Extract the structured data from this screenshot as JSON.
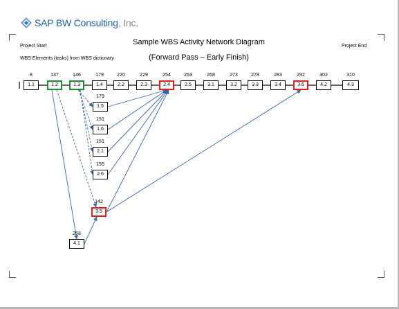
{
  "logo": {
    "brand": "SAP BW Consulting",
    "suffix": ", Inc."
  },
  "title": "Sample WBS Activity Network Diagram",
  "subtitle": "(Forward Pass – Early Finish)",
  "project_start": "Project Start",
  "project_end": "Project End",
  "wbs_note": "WBS Elements (tasks) from WBS dictionary",
  "colors": {
    "critical": "#e0201a",
    "start": "#1e8c32",
    "arrow": "#3a66a8"
  },
  "main_chain": [
    {
      "id": "1.1",
      "early_finish": "8"
    },
    {
      "id": "1.2",
      "early_finish": "137",
      "highlight": "green"
    },
    {
      "id": "1.3",
      "early_finish": "146",
      "highlight": "green"
    },
    {
      "id": "1.4",
      "early_finish": "179"
    },
    {
      "id": "2.2",
      "early_finish": "220"
    },
    {
      "id": "2.3",
      "early_finish": "229"
    },
    {
      "id": "2.4",
      "early_finish": "254",
      "highlight": "red"
    },
    {
      "id": "2.5",
      "early_finish": "263"
    },
    {
      "id": "3.1",
      "early_finish": "268"
    },
    {
      "id": "3.2",
      "early_finish": "273"
    },
    {
      "id": "3.3",
      "early_finish": "278"
    },
    {
      "id": "3.4",
      "early_finish": "283"
    },
    {
      "id": "3.6",
      "early_finish": "292",
      "highlight": "red"
    },
    {
      "id": "4.2",
      "early_finish": "302"
    },
    {
      "id": "4.3",
      "early_finish": "310"
    }
  ],
  "branch_tasks": [
    {
      "id": "1.5",
      "early_finish": "179"
    },
    {
      "id": "1.6",
      "early_finish": "151"
    },
    {
      "id": "2.1",
      "early_finish": "151"
    },
    {
      "id": "2.6",
      "early_finish": "155"
    },
    {
      "id": "3.5",
      "early_finish": "142",
      "highlight": "red"
    },
    {
      "id": "4.1",
      "early_finish": "258"
    }
  ],
  "dependencies": [
    {
      "from": "1.2",
      "to": "4.1",
      "style": "solid"
    },
    {
      "from": "1.2",
      "to": "3.5",
      "style": "dashed"
    },
    {
      "from": "1.3",
      "to": "1.5",
      "style": "dashed"
    },
    {
      "from": "1.3",
      "to": "1.6",
      "style": "dashed"
    },
    {
      "from": "1.3",
      "to": "2.1",
      "style": "dashed"
    },
    {
      "from": "1.3",
      "to": "2.6",
      "style": "dashed"
    },
    {
      "from": "1.5",
      "to": "2.4",
      "style": "solid"
    },
    {
      "from": "1.6",
      "to": "2.4",
      "style": "solid"
    },
    {
      "from": "2.1",
      "to": "2.4",
      "style": "solid"
    },
    {
      "from": "2.6",
      "to": "2.4",
      "style": "solid"
    },
    {
      "from": "3.5",
      "to": "2.4",
      "style": "solid"
    },
    {
      "from": "4.1",
      "to": "3.5",
      "style": "solid"
    },
    {
      "from": "3.5",
      "to": "3.6",
      "style": "solid"
    }
  ]
}
